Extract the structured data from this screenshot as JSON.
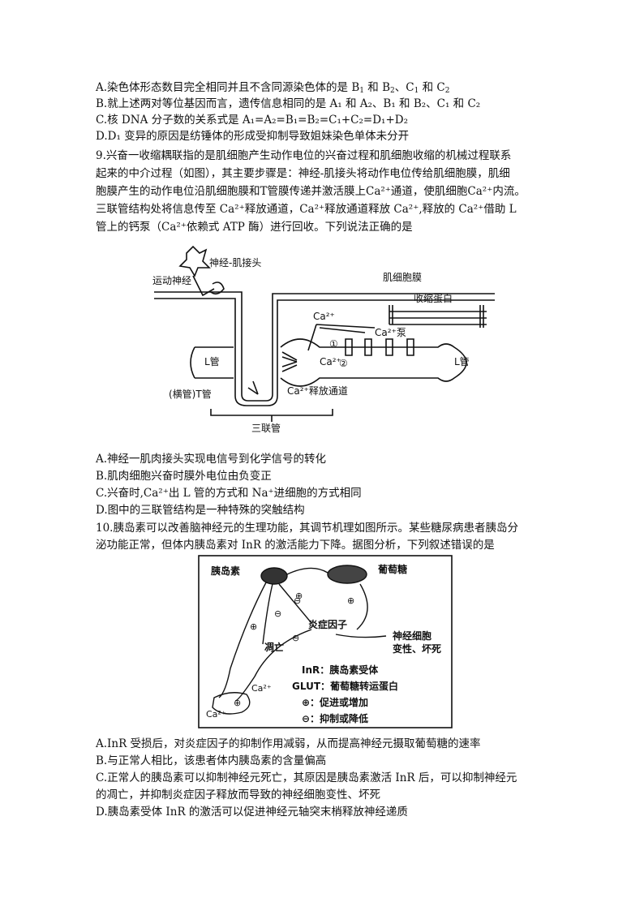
{
  "q8_options": {
    "a_pre": "A.染色体形态数目完全相同并且不含同源染色体的是 B",
    "a_s1": "1",
    "a_mid1": " 和 B",
    "a_s2": "2",
    "a_mid2": "、C",
    "a_s3": "1",
    "a_mid3": " 和 C",
    "a_s4": "2",
    "b_text": "B.就上述两对等位基因而言，遗传信息相同的是 A₁ 和 A₂、B₁ 和 B₂、C₁ 和 C₂",
    "c_text": "C.核 DNA 分子数的关系式是 A₁=A₂=B₁=B₂=C₁+C₂=D₁+D₂",
    "d_text": "D.D₁ 变异的原因是纺锤体的形成受抑制导致姐妹染色单体未分开"
  },
  "q9": {
    "stem_l1": "9.兴奋一收缩耦联指的是肌细胞产生动作电位的兴奋过程和肌细胞收缩的机械过程联系",
    "stem_l2": "起来的中介过程（如图），其主要步骤是：神经-肌接头将动作电位传给肌细胞膜，肌细",
    "stem_l3": "胞膜产生的动作电位沿肌细胞膜和T管膜传递并激活膜上Ca²⁺通道，使肌细胞Ca²⁺内流。",
    "stem_l4": "三联管结构处将信息传至 Ca²⁺释放通道，Ca²⁺释放通道释放 Ca²⁺,释放的 Ca²⁺借助 L",
    "stem_l5": "管上的钙泵（Ca²⁺依赖式 ATP 酶）进行回收。下列说法正确的是",
    "figure": {
      "nmj": "神经-肌接头",
      "motor_nerve": "运动神经",
      "membrane": "肌细胞膜",
      "contractile": "收缩蛋白",
      "ca": "Ca²⁺",
      "pump": "Ca²⁺泵",
      "l_tube": "L管",
      "release": "Ca²⁺释放通道",
      "t_tube": "(横管)T管",
      "triad": "三联管",
      "n1": "①",
      "n2": "②"
    },
    "opt_a": "A.神经一肌肉接头实现电信号到化学信号的转化",
    "opt_b": "B.肌肉细胞兴奋时膜外电位由负变正",
    "opt_c": "C.兴奋时,Ca²⁺出 L 管的方式和 Na⁺进细胞的方式相同",
    "opt_d": "D.图中的三联管结构是一种特殊的突触结构"
  },
  "q10": {
    "stem_l1": "10.胰岛素可以改善脑神经元的生理功能，其调节机理如图所示。某些糖尿病患者胰岛分",
    "stem_l2": "泌功能正常，但体内胰岛素对 InR 的激活能力下降。据图分析，下列叙述错误的是",
    "figure": {
      "insulin": "胰岛素",
      "glucose": "葡萄糖",
      "inflammation": "炎症因子",
      "apoptosis": "凋亡",
      "neuron_1": "神经细胞",
      "neuron_2": "变性、坏死",
      "legend_inr": "InR：胰岛素受体",
      "legend_glut": "GLUT：葡萄糖转运蛋白",
      "legend_plus": "⊕：促进或增加",
      "legend_minus": "⊖：抑制或降低",
      "ca": "Ca²⁺",
      "plus": "⊕",
      "minus": "⊖"
    },
    "opt_a": "A.InR 受损后，对炎症因子的抑制作用减弱，从而提高神经元摄取葡萄糖的速率",
    "opt_b": "B.与正常人相比，该患者体内胰岛素的含量偏高",
    "opt_c1": "C.正常人的胰岛素可以抑制神经元死亡，其原因是胰岛素激活 InR 后，可以抑制神经元",
    "opt_c2": "的凋亡，并抑制炎症因子释放而导致的神经细胞变性、坏死",
    "opt_d": "D.胰岛素受体 InR 的激活可以促进神经元轴突末梢释放神经递质"
  }
}
